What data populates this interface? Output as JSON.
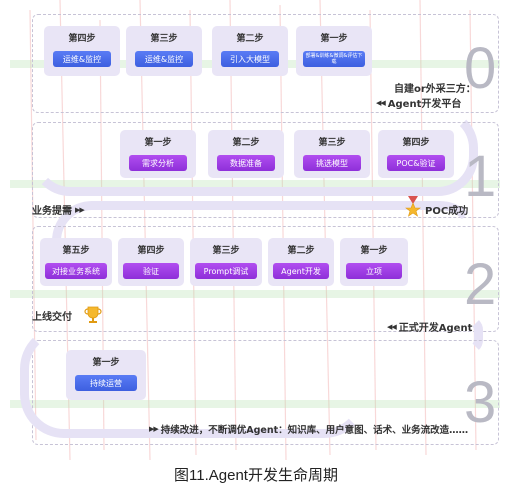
{
  "stages": {
    "s0": {
      "number": "0",
      "cards": [
        {
          "step": "第四步",
          "action": "运维&监控"
        },
        {
          "step": "第三步",
          "action": "运维&监控"
        },
        {
          "step": "第二步",
          "action": "引入大模型"
        },
        {
          "step": "第一步",
          "action": "部署&训练&微调&评估下载"
        }
      ],
      "note": "自建or外采三方：",
      "note2": "Agent开发平台"
    },
    "s1": {
      "number": "1",
      "cards": [
        {
          "step": "第一步",
          "action": "需求分析"
        },
        {
          "step": "第二步",
          "action": "数据准备"
        },
        {
          "step": "第三步",
          "action": "挑选模型"
        },
        {
          "step": "第四步",
          "action": "POC&验证"
        }
      ],
      "left_label": "业务提需",
      "right_label": "POC成功"
    },
    "s2": {
      "number": "2",
      "cards": [
        {
          "step": "第五步",
          "action": "对接业务系统"
        },
        {
          "step": "第四步",
          "action": "验证"
        },
        {
          "step": "第三步",
          "action": "Prompt调试"
        },
        {
          "step": "第二步",
          "action": "Agent开发"
        },
        {
          "step": "第一步",
          "action": "立项"
        }
      ],
      "left_label": "上线交付",
      "right_label": "正式开发Agent"
    },
    "s3": {
      "number": "3",
      "cards": [
        {
          "step": "第一步",
          "action": "持续运营"
        }
      ],
      "bottom_label": "持续改进，不断调优Agent：知识库、用户意图、话术、业务流改造……"
    }
  },
  "arrows": {
    "left": "◀◀",
    "right": "▶▶"
  },
  "icons": {
    "star": "star-medal-icon",
    "trophy": "trophy-icon"
  },
  "colors": {
    "blue_button": "#4a6cf0",
    "purple_button": "#a03fe6",
    "card_bg": "#e9e5f6",
    "track": "#e6e2f5"
  },
  "caption": "图11.Agent开发生命周期"
}
